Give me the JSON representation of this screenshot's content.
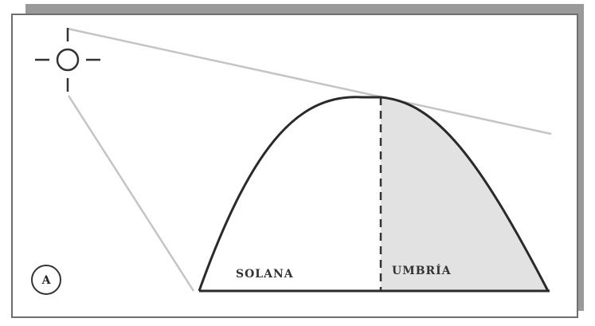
{
  "figure": {
    "panel_label": "A",
    "regions": {
      "sunny_side": "SOLANA",
      "shaded_side": "UMBRÍA"
    }
  },
  "icons": {
    "sun": "sun-icon"
  },
  "colors": {
    "shade_fill": "#e2e2e2",
    "ray": "#c4c4c4",
    "outline": "#2a2a2a",
    "frame_shadow": "#9a9a9a"
  }
}
